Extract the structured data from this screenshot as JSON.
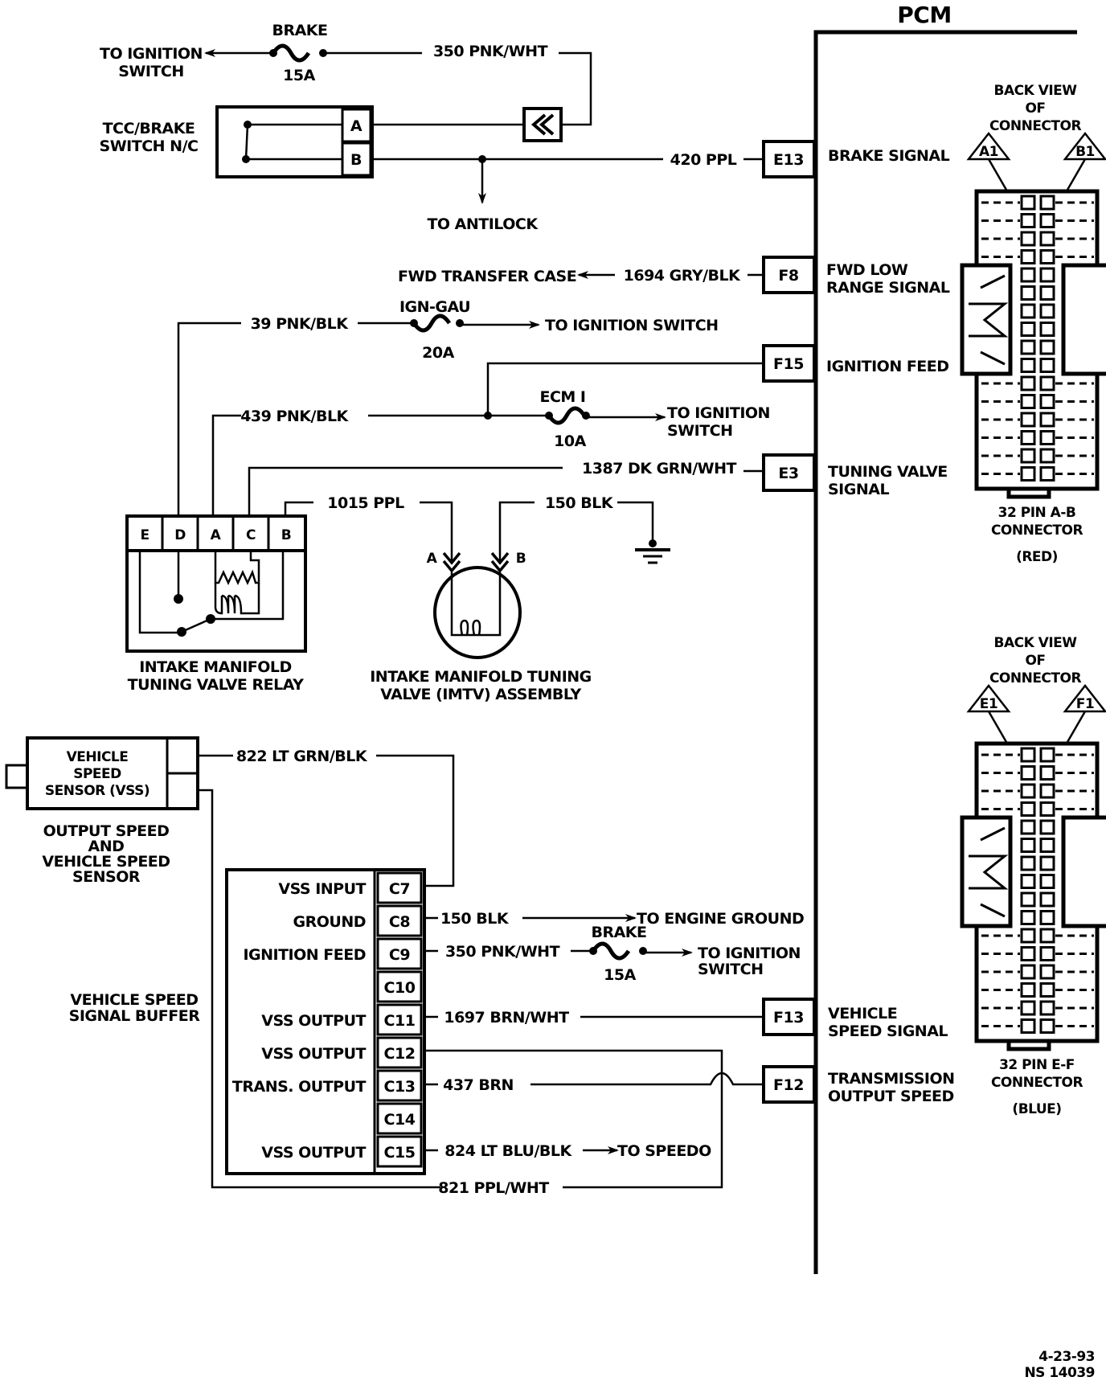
{
  "pcm": {
    "title": "PCM",
    "pins": [
      {
        "id": "E13",
        "label_lines": [
          "BRAKE SIGNAL"
        ]
      },
      {
        "id": "F8",
        "label_lines": [
          "FWD LOW",
          "RANGE SIGNAL"
        ]
      },
      {
        "id": "F15",
        "label_lines": [
          "IGNITION FEED"
        ]
      },
      {
        "id": "E3",
        "label_lines": [
          "TUNING VALVE",
          "SIGNAL"
        ]
      },
      {
        "id": "F13",
        "label_lines": [
          "VEHICLE",
          "SPEED SIGNAL"
        ]
      },
      {
        "id": "F12",
        "label_lines": [
          "TRANSMISSION",
          "OUTPUT SPEED"
        ]
      }
    ]
  },
  "connectors": [
    {
      "heading": [
        "BACK VIEW",
        "OF",
        "CONNECTOR"
      ],
      "pin_left": "A1",
      "pin_right": "B1",
      "caption": [
        "32  PIN A-B",
        "CONNECTOR"
      ],
      "color_label": "(RED)"
    },
    {
      "heading": [
        "BACK VIEW",
        "OF",
        "CONNECTOR"
      ],
      "pin_left": "E1",
      "pin_right": "F1",
      "caption": [
        "32  PIN E-F",
        "CONNECTOR"
      ],
      "color_label": "(BLUE)"
    }
  ],
  "brake_circuit": {
    "to_ignition_switch": [
      "TO IGNITION",
      "SWITCH"
    ],
    "fuse_name": "BRAKE",
    "fuse_rating": "15A",
    "wire_350": "350 PNK/WHT",
    "switch_label": [
      "TCC/BRAKE",
      "SWITCH N/C"
    ],
    "switch_pins": [
      "A",
      "B"
    ],
    "wire_420": "420 PPL",
    "to_antilock": "TO ANTILOCK"
  },
  "transfer_case": {
    "dest": "FWD TRANSFER CASE",
    "wire": "1694 GRY/BLK"
  },
  "ign_gau": {
    "wire": "39 PNK/BLK",
    "fuse_name": "IGN-GAU",
    "fuse_rating": "20A",
    "dest": "TO IGNITION SWITCH"
  },
  "ecm_feed": {
    "wire": "439 PNK/BLK",
    "fuse_name": "ECM I",
    "fuse_rating": "10A",
    "dest": [
      "TO IGNITION",
      "SWITCH"
    ]
  },
  "tuning_valve": {
    "wire_1387": "1387 DK GRN/WHT",
    "wire_1015": "1015 PPL",
    "wire_150": "150 BLK",
    "relay_pins": [
      "E",
      "D",
      "A",
      "C",
      "B"
    ],
    "relay_label": [
      "INTAKE MANIFOLD",
      "TUNING VALVE RELAY"
    ],
    "valve_pin_a": "A",
    "valve_pin_b": "B",
    "valve_label": [
      "INTAKE MANIFOLD TUNING",
      "VALVE (IMTV) ASSEMBLY"
    ]
  },
  "vss": {
    "sensor_label": [
      "VEHICLE",
      "SPEED",
      "SENSOR (VSS)"
    ],
    "sensor_caption": [
      "OUTPUT SPEED",
      "AND",
      "VEHICLE SPEED",
      "SENSOR"
    ],
    "wire_822": "822 LT GRN/BLK",
    "wire_821": "821 PPL/WHT"
  },
  "buffer": {
    "label": [
      "VEHICLE SPEED",
      "SIGNAL BUFFER"
    ],
    "rows": [
      {
        "pin": "C7",
        "name": "VSS INPUT",
        "wire": ""
      },
      {
        "pin": "C8",
        "name": "GROUND",
        "wire": "150 BLK",
        "dest": "TO ENGINE GROUND"
      },
      {
        "pin": "C9",
        "name": "IGNITION FEED",
        "wire": "350 PNK/WHT",
        "dest": "TO IGNITION"
      },
      {
        "pin": "C10",
        "name": "",
        "wire": ""
      },
      {
        "pin": "C11",
        "name": "VSS OUTPUT",
        "wire": "1697 BRN/WHT"
      },
      {
        "pin": "C12",
        "name": "VSS OUTPUT",
        "wire": ""
      },
      {
        "pin": "C13",
        "name": "TRANS. OUTPUT",
        "wire": "437 BRN"
      },
      {
        "pin": "C14",
        "name": "",
        "wire": ""
      },
      {
        "pin": "C15",
        "name": "VSS OUTPUT",
        "wire": "824 LT BLU/BLK",
        "dest": "TO SPEEDO"
      }
    ],
    "c9_fuse_name": "BRAKE",
    "c9_fuse_rating": "15A",
    "c9_dest_line2": "SWITCH"
  },
  "footer": {
    "date": "4-23-93",
    "ref": "NS 14039"
  }
}
